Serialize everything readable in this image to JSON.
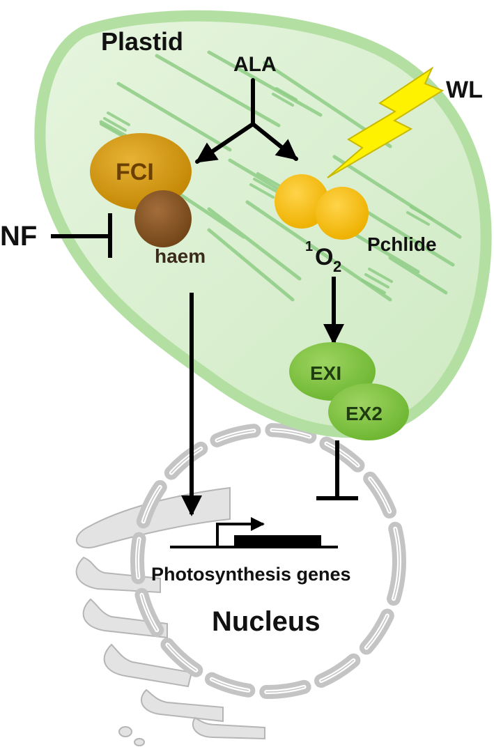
{
  "labels": {
    "plastid": "Plastid",
    "ala": "ALA",
    "wl": "WL",
    "fc1": "FCI",
    "nf": "NF",
    "haem": "haem",
    "singlet_oxygen_prefix": "1",
    "singlet_oxygen_main": "O",
    "singlet_oxygen_sub": "2",
    "pchlide": "Pchlide",
    "ex1": "EXI",
    "ex2": "EX2",
    "genes": "Photosynthesis genes",
    "nucleus": "Nucleus"
  },
  "colors": {
    "plastid_fill": "#d6efcc",
    "plastid_edge": "#a9dc97",
    "thylakoid": "#8fcd86",
    "fc1": "#d49a0e",
    "haem": "#8b5a2b",
    "pchlide": "#f6c20b",
    "lightning": "#fff200",
    "ex": "#7fc342",
    "arrow": "#000000",
    "nucleus_ring": "#c8c8c8",
    "er": "#e3e3e3"
  },
  "icons": {
    "light": "lightning-bolt-icon",
    "activation": "arrow-icon",
    "inhibition": "inhibition-bar-icon",
    "transcription_start": "bent-arrow-icon"
  }
}
